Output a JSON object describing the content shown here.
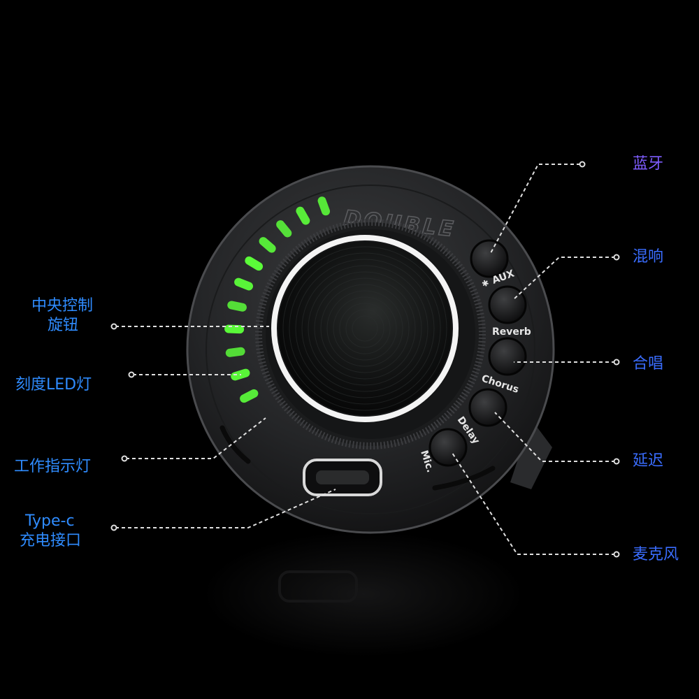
{
  "device": {
    "brand": "DOUBLE",
    "buttons": [
      {
        "label": "AUX",
        "icon": "bluetooth-icon"
      },
      {
        "label": "Reverb"
      },
      {
        "label": "Chorus"
      },
      {
        "label": "Delay"
      },
      {
        "label": "Mic."
      }
    ],
    "led_segments_lit": 11
  },
  "callouts": {
    "left": [
      {
        "lines": [
          "中央控制",
          "旋钮"
        ]
      },
      {
        "lines": [
          "刻度LED灯"
        ]
      },
      {
        "lines": [
          "工作指示灯"
        ]
      },
      {
        "lines": [
          "Type-c",
          "充电接口"
        ]
      }
    ],
    "right": [
      {
        "text": "蓝牙"
      },
      {
        "text": "混响"
      },
      {
        "text": "合唱"
      },
      {
        "text": "延迟"
      },
      {
        "text": "麦克风"
      }
    ]
  },
  "colors": {
    "background": "#000000",
    "label_blue": "#2f8cff",
    "label_purple": "#7f5dff",
    "led_green": "#5cff3a",
    "ring_white": "#f4f4f4"
  }
}
